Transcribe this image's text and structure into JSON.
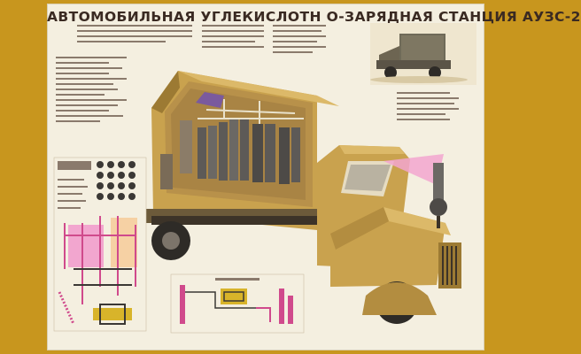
{
  "poster": {
    "title": "АВТОМОБИЛЬНАЯ УГЛЕКИСЛОТН О-ЗАРЯДНАЯ СТАНЦИЯ АУЗС-2"
  },
  "colors": {
    "frame": "#c8961e",
    "paper": "#f4efe0",
    "truck_body": "#c9a24e",
    "truck_shadow": "#9c7a33",
    "pipe_magenta": "#d04a8c",
    "pink_zone": "#f2a6cf",
    "cylinder_grey": "#5d5a57",
    "text_dark": "#3a2a22"
  },
  "icons": [
    "truck-cutaway-illustration",
    "truck-photo-inset",
    "gas-cylinder-icon",
    "valve-icon",
    "pipe-schematic"
  ]
}
